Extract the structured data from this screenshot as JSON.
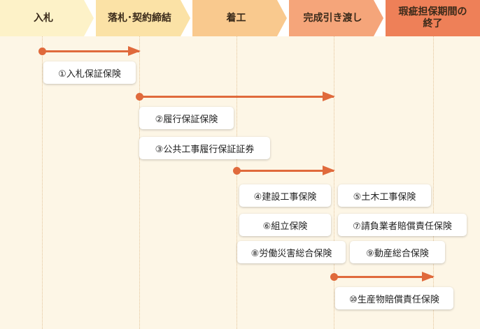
{
  "phases": [
    {
      "label": "入札"
    },
    {
      "label": "落札･契約締結"
    },
    {
      "label": "着工"
    },
    {
      "label": "完成引き渡し"
    },
    {
      "label": "瑕疵担保期間の\n終了"
    }
  ],
  "insurances": [
    {
      "label": "①入札保証保険"
    },
    {
      "label": "②履行保証保険"
    },
    {
      "label": "③公共工事履行保証証券"
    },
    {
      "label": "④建設工事保険"
    },
    {
      "label": "⑤土木工事保険"
    },
    {
      "label": "⑥組立保険"
    },
    {
      "label": "⑦請負業者賠償責任保険"
    },
    {
      "label": "⑧労働災害総合保険"
    },
    {
      "label": "⑨動産総合保険"
    },
    {
      "label": "⑩生産物賠償責任保険"
    }
  ],
  "colors": {
    "arrow": "#e06a3c",
    "phase1": "#fdf2c8",
    "phase2": "#fbe2a6",
    "phase3": "#f9c98e",
    "phase4": "#f5a57a",
    "phase5": "#ee8058"
  }
}
